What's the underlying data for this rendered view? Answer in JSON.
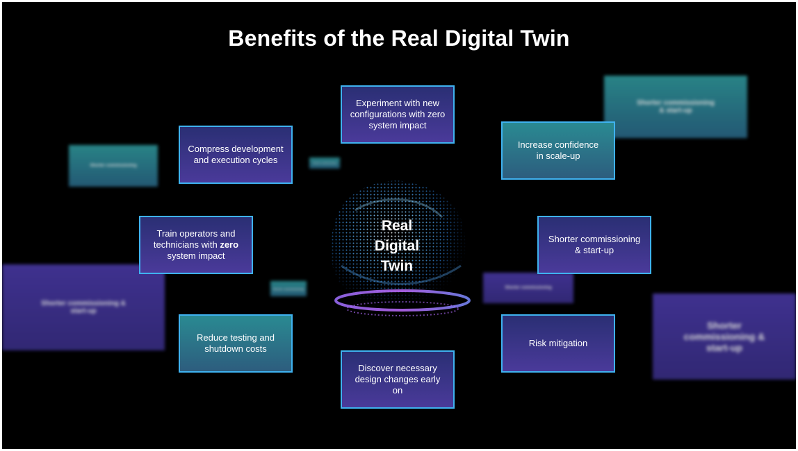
{
  "title": "Benefits of the Real Digital Twin",
  "center": {
    "line1": "Real",
    "line2": "Digital",
    "line3": "Twin"
  },
  "boxes": {
    "experiment": "Experiment with new configurations with zero system impact",
    "compress": "Compress development and execution cycles",
    "confidence": "Increase confidence in scale-up",
    "train_pre": "Train operators and technicians with",
    "train_bold": "zero",
    "train_post": "system impact",
    "commissioning": "Shorter commissioning & start-up",
    "testing": "Reduce testing and shutdown costs",
    "risk": "Risk mitigation",
    "discover": "Discover necessary design changes early on"
  },
  "background_blurred": {
    "top_right": "Shorter commissioning & start-up",
    "left_small": "Shorter commissioning",
    "left_large": "Shorter commissioning & start-up",
    "right_large": "Shorter commissioning & start-up",
    "center_right": "Shorter commissioning",
    "center_left_small": "Shorter commissioning",
    "mid_left_tiny": "Shorter commissioning"
  },
  "colors": {
    "border": "#3fb2f0",
    "purple_box": "#3a3488",
    "teal_box": "#2a7f8c",
    "background": "#000000"
  }
}
